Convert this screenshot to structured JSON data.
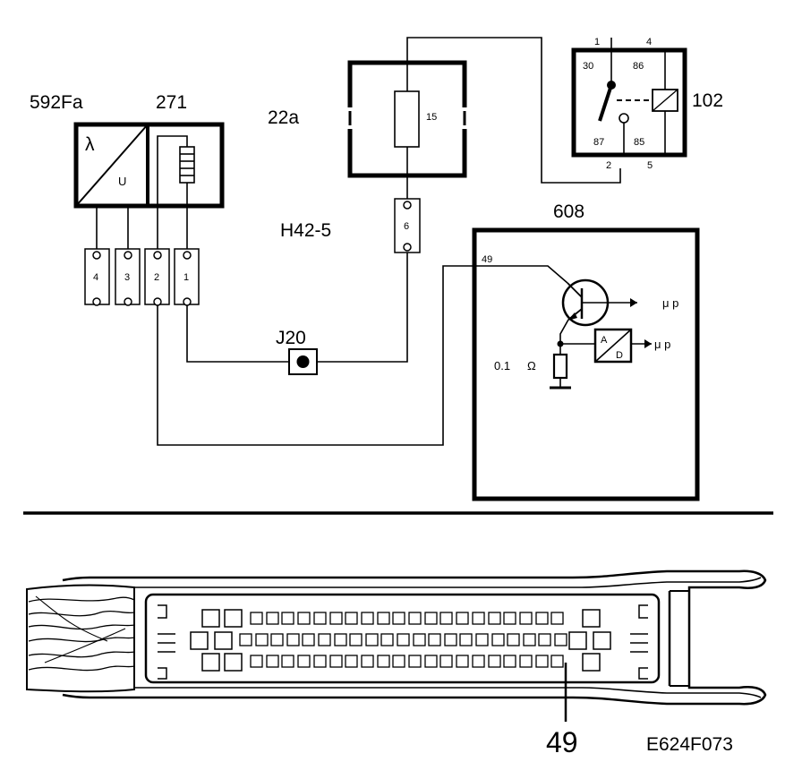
{
  "components": {
    "lambda_sensor": {
      "id": "592Fa",
      "symbol_top": "λ",
      "symbol_bottom": "U"
    },
    "heater": {
      "id": "271"
    },
    "fuse_box": {
      "id": "22a",
      "fuse": "15"
    },
    "connector_h42": {
      "id": "H42-5",
      "pin": "6"
    },
    "sensor_connector": {
      "pins": [
        "4",
        "3",
        "2",
        "1"
      ]
    },
    "ground_point": {
      "id": "J20"
    },
    "relay": {
      "id": "102",
      "pin_numbers_top": [
        "1",
        "4"
      ],
      "terminals_top": [
        "30",
        "86"
      ],
      "terminals_bottom": [
        "87",
        "85"
      ],
      "pin_numbers_bottom": [
        "2",
        "5"
      ]
    },
    "control_module": {
      "id": "608",
      "pin": "49",
      "resistor": "0.1",
      "unit": "Ω",
      "ad_top": "A",
      "ad_bottom": "D",
      "mp_label_1": "μ p",
      "mp_label_2": "μ p"
    }
  },
  "connector_view": {
    "callout": "49"
  },
  "figure_code": "E624F073"
}
